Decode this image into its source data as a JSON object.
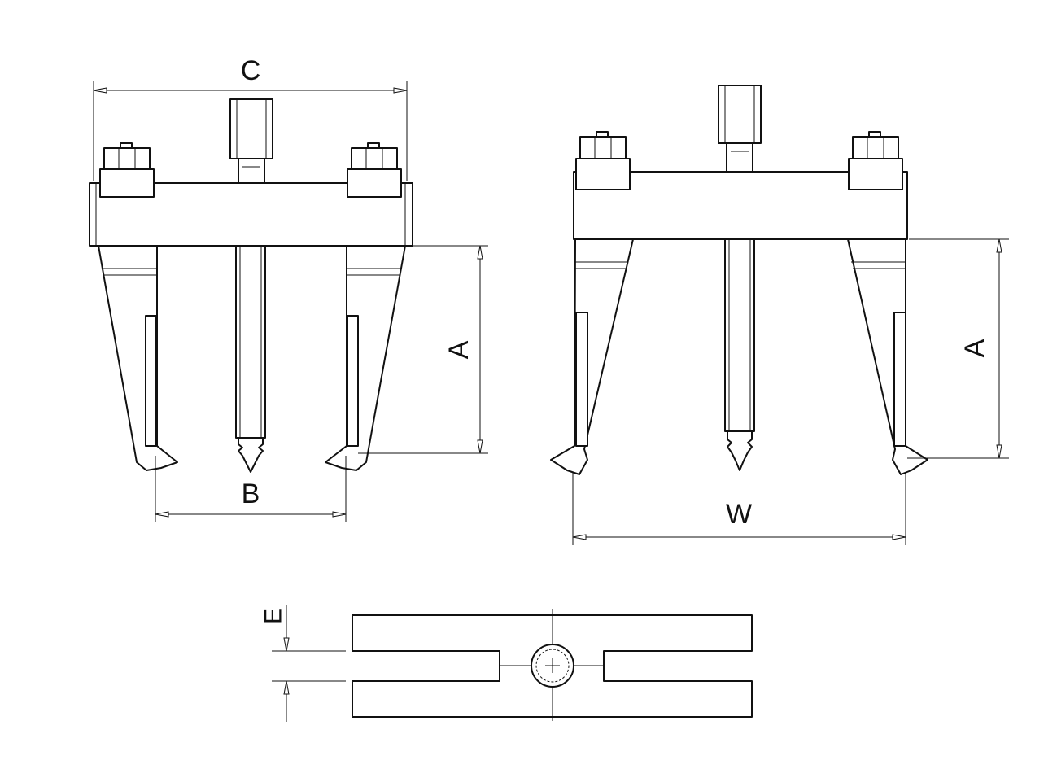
{
  "labels": {
    "C": "C",
    "B": "B",
    "A_front": "A",
    "A_side": "A",
    "W": "W",
    "E": "E"
  }
}
